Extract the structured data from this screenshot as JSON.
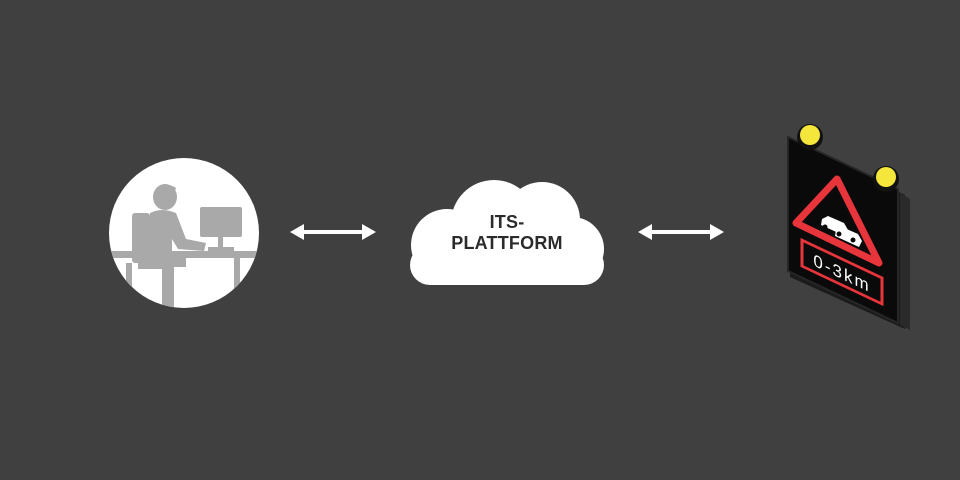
{
  "cloud": {
    "line1": "ITS-",
    "line2": "PLATTFORM"
  },
  "sign": {
    "distance_text": "0-3km"
  },
  "icons": {
    "operator": "operator-at-desk-icon",
    "arrow_left": "double-headed-arrow-icon",
    "cloud": "cloud-icon",
    "arrow_right": "double-headed-arrow-icon",
    "sign": "variable-message-sign-icon",
    "warning": "queue-warning-triangle-icon",
    "lamps": "flashing-lamp-icon"
  },
  "colors": {
    "background": "#404040",
    "cloud": "#ffffff",
    "operator_circle": "#ffffff",
    "silhouette": "#a9a9a9",
    "sign_red": "#e8353c",
    "lamp_yellow": "#f5e63b"
  }
}
